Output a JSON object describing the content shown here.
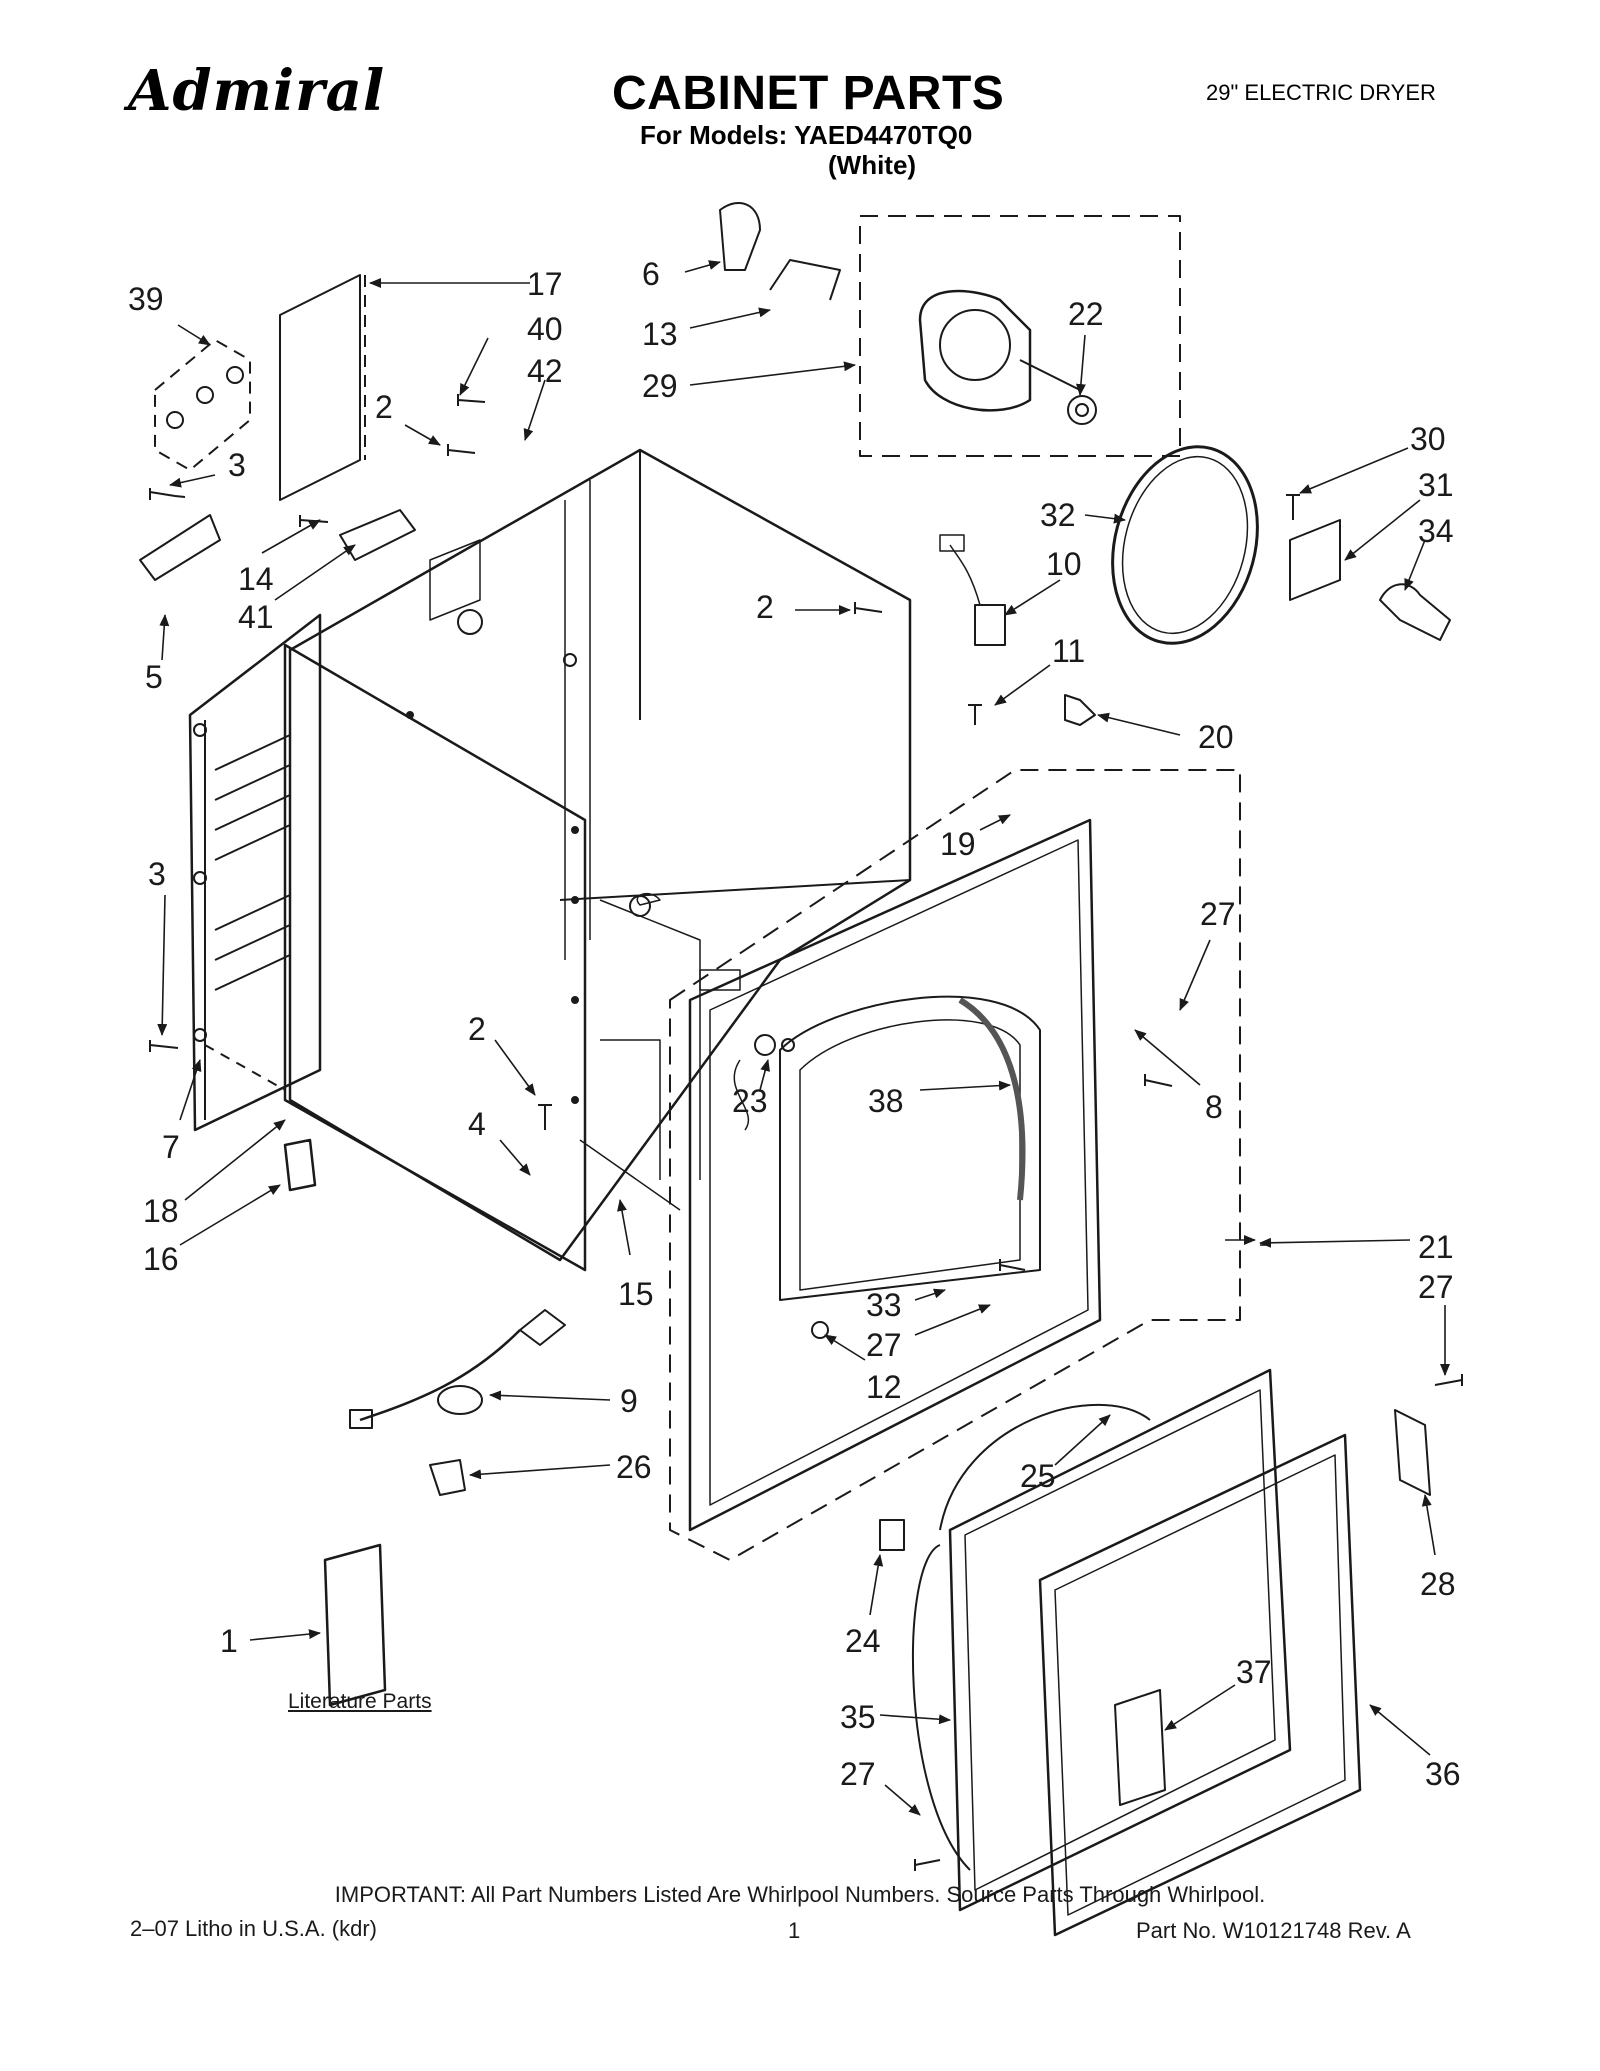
{
  "header": {
    "brand": "Admiral",
    "title": "CABINET PARTS",
    "models_line": "For Models: YAED4470TQ0",
    "color_line": "(White)",
    "product": "29\" ELECTRIC DRYER"
  },
  "callouts": {
    "c1": "1",
    "c2a": "2",
    "c2b": "2",
    "c2c": "2",
    "c3a": "3",
    "c3b": "3",
    "c4": "4",
    "c5": "5",
    "c6": "6",
    "c7": "7",
    "c8": "8",
    "c9": "9",
    "c10": "10",
    "c11": "11",
    "c12": "12",
    "c13": "13",
    "c14": "14",
    "c15": "15",
    "c16": "16",
    "c17": "17",
    "c18": "18",
    "c19": "19",
    "c20": "20",
    "c21": "21",
    "c22": "22",
    "c23": "23",
    "c24": "24",
    "c25": "25",
    "c26": "26",
    "c27a": "27",
    "c27b": "27",
    "c27c": "27",
    "c27d": "27",
    "c28": "28",
    "c29": "29",
    "c30": "30",
    "c31": "31",
    "c32": "32",
    "c33": "33",
    "c34": "34",
    "c35": "35",
    "c36": "36",
    "c37": "37",
    "c38": "38",
    "c39": "39",
    "c40": "40",
    "c41": "41",
    "c42": "42"
  },
  "literature_label": "Literature Parts",
  "footer": {
    "note": "IMPORTANT: All Part Numbers Listed Are Whirlpool Numbers. Source Parts Through Whirlpool.",
    "litho": "2–07 Litho in U.S.A. (kdr)",
    "page": "1",
    "part_no": "Part No. W10121748 Rev. A"
  }
}
